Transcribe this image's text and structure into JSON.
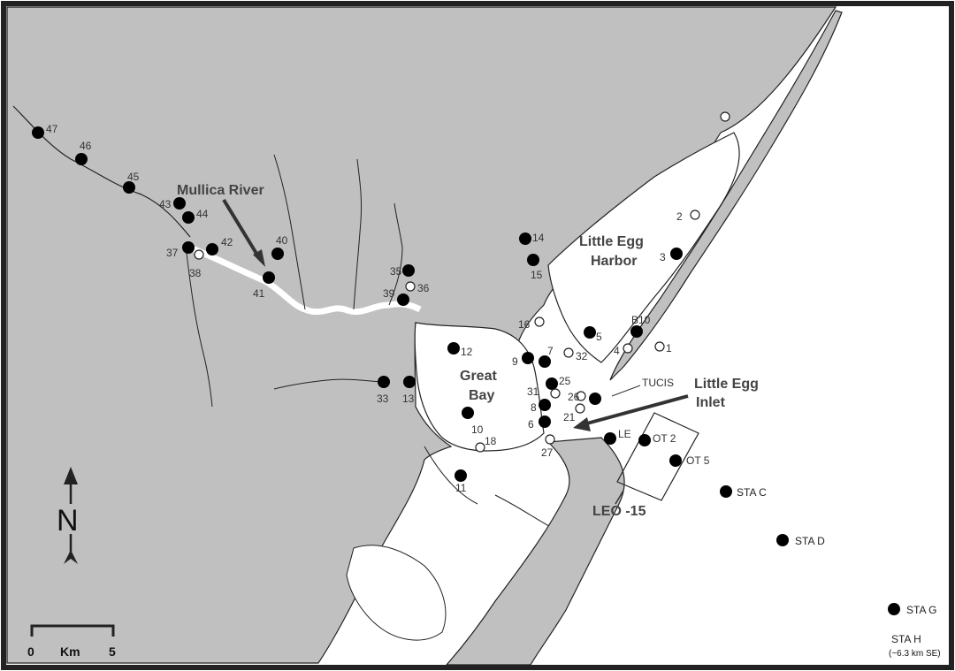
{
  "map": {
    "colors": {
      "land": "#c0c0c0",
      "water": "#ffffff",
      "border": "#222222",
      "station": "#000000"
    },
    "place_labels": {
      "mullica_river": "Mullica River",
      "little_egg_harbor_1": "Little Egg",
      "little_egg_harbor_2": "Harbor",
      "great_bay_1": "Great",
      "great_bay_2": "Bay",
      "little_egg_inlet_1": "Little Egg",
      "little_egg_inlet_2": "Inlet",
      "leo15": "LEO -15",
      "tucis": "TUCIS"
    },
    "compass": {
      "letter": "N"
    },
    "scale_bar": {
      "start": "0",
      "unit": "Km",
      "end": "5"
    },
    "offshore": {
      "sta_c": "STA C",
      "sta_d": "STA D",
      "sta_g": "STA G",
      "sta_h": "STA H",
      "sta_h_note": "(~6.3 km SE)"
    },
    "stations": {
      "s1": "1",
      "s2": "2",
      "s3": "3",
      "s4": "4",
      "s5": "5",
      "s6": "6",
      "s7": "7",
      "s8": "8",
      "s9": "9",
      "s10": "10",
      "s11": "11",
      "s12": "12",
      "s13": "13",
      "s14": "14",
      "s15": "15",
      "s16": "16",
      "s18": "18",
      "s21": "21",
      "s25": "25",
      "s26": "26",
      "s27": "27",
      "s31": "31",
      "s32": "32",
      "s33": "33",
      "s35": "35",
      "s36": "36",
      "s37": "37",
      "s38": "38",
      "s39": "39",
      "s40": "40",
      "s41": "41",
      "s42": "42",
      "s43": "43",
      "s44": "44",
      "s45": "45",
      "s46": "46",
      "s47": "47",
      "b10": "B10",
      "le": "LE",
      "ot2": "OT 2",
      "ot5": "OT 5"
    }
  }
}
